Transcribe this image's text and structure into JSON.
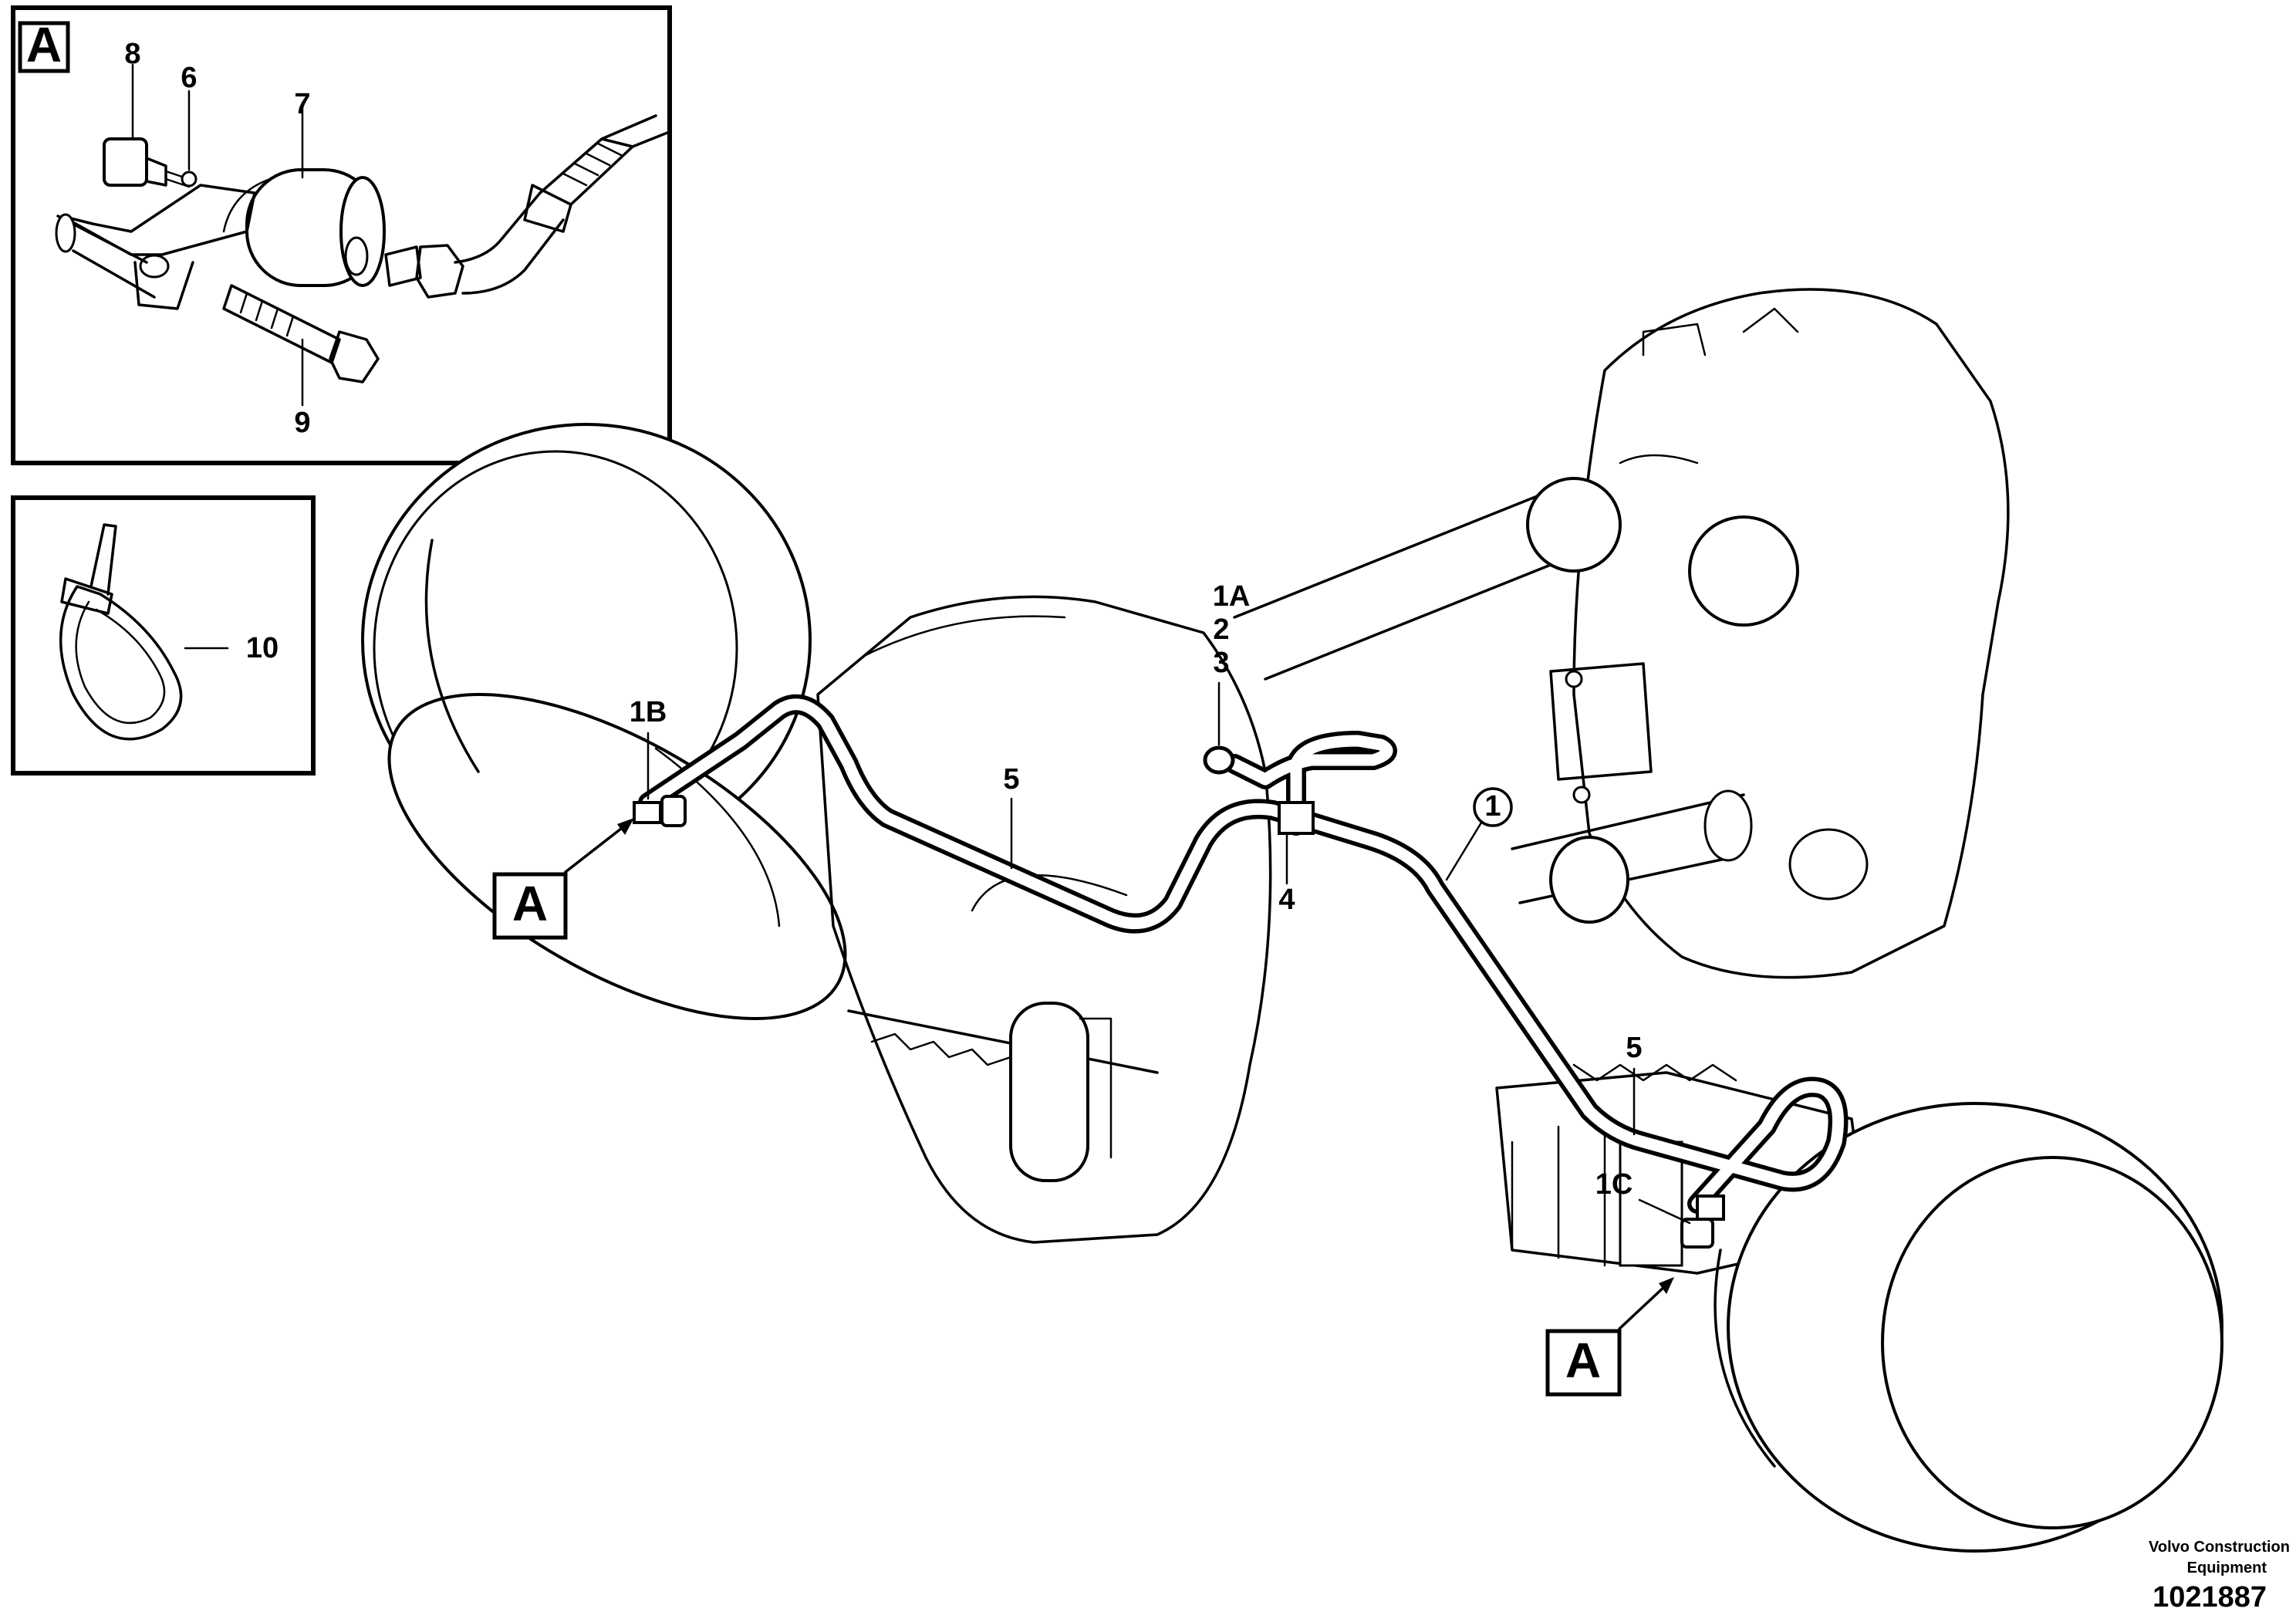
{
  "detail_view": {
    "letter": "A"
  },
  "detail_labels": {
    "p8": "8",
    "p6": "6",
    "p7": "7",
    "p9": "9"
  },
  "tie_detail": {
    "p10": "10"
  },
  "main_labels": {
    "p1a": "1A",
    "p2": "2",
    "p3": "3",
    "p1b": "1B",
    "p5_left": "5",
    "p4": "4",
    "p1_circled": "1",
    "p5_right": "5",
    "p1c": "1C"
  },
  "view_markers": {
    "left": "A",
    "right": "A"
  },
  "footer": {
    "brand_line1": "Volvo Construction",
    "brand_line2": "Equipment",
    "document_number": "1021887"
  }
}
